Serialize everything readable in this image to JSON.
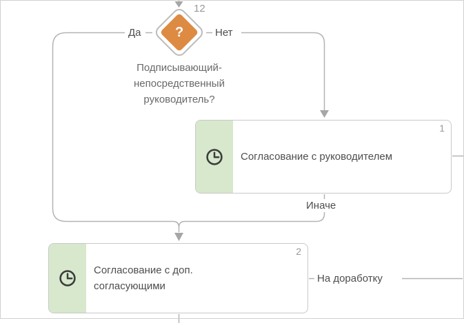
{
  "colors": {
    "gateway_orange": "#DD8A42",
    "task_accent_green": "#D7E8CD",
    "connector_gray": "#B3B3B3",
    "arrow_gray": "#A6A6A6",
    "node_border_gray": "#C8C8C8",
    "text_dark": "#4D4D4D",
    "text_question_gray": "#696969",
    "text_number_gray": "#999999",
    "frame_gray": "#D0D0D0",
    "icon_dark": "#3D3D3D"
  },
  "gateway": {
    "number": "12",
    "symbol": "?",
    "question_lines": [
      "Подписывающий-",
      "непосредственный",
      "руководитель?"
    ]
  },
  "edges": {
    "yes_label": "Да",
    "no_label": "Нет",
    "otherwise_label": "Иначе",
    "rework_label": "На доработку"
  },
  "tasks": [
    {
      "number": "1",
      "lines": [
        "Согласование с руководителем"
      ],
      "icon": "clock"
    },
    {
      "number": "2",
      "lines": [
        "Согласование с доп.",
        "согласующими"
      ],
      "icon": "clock"
    }
  ]
}
